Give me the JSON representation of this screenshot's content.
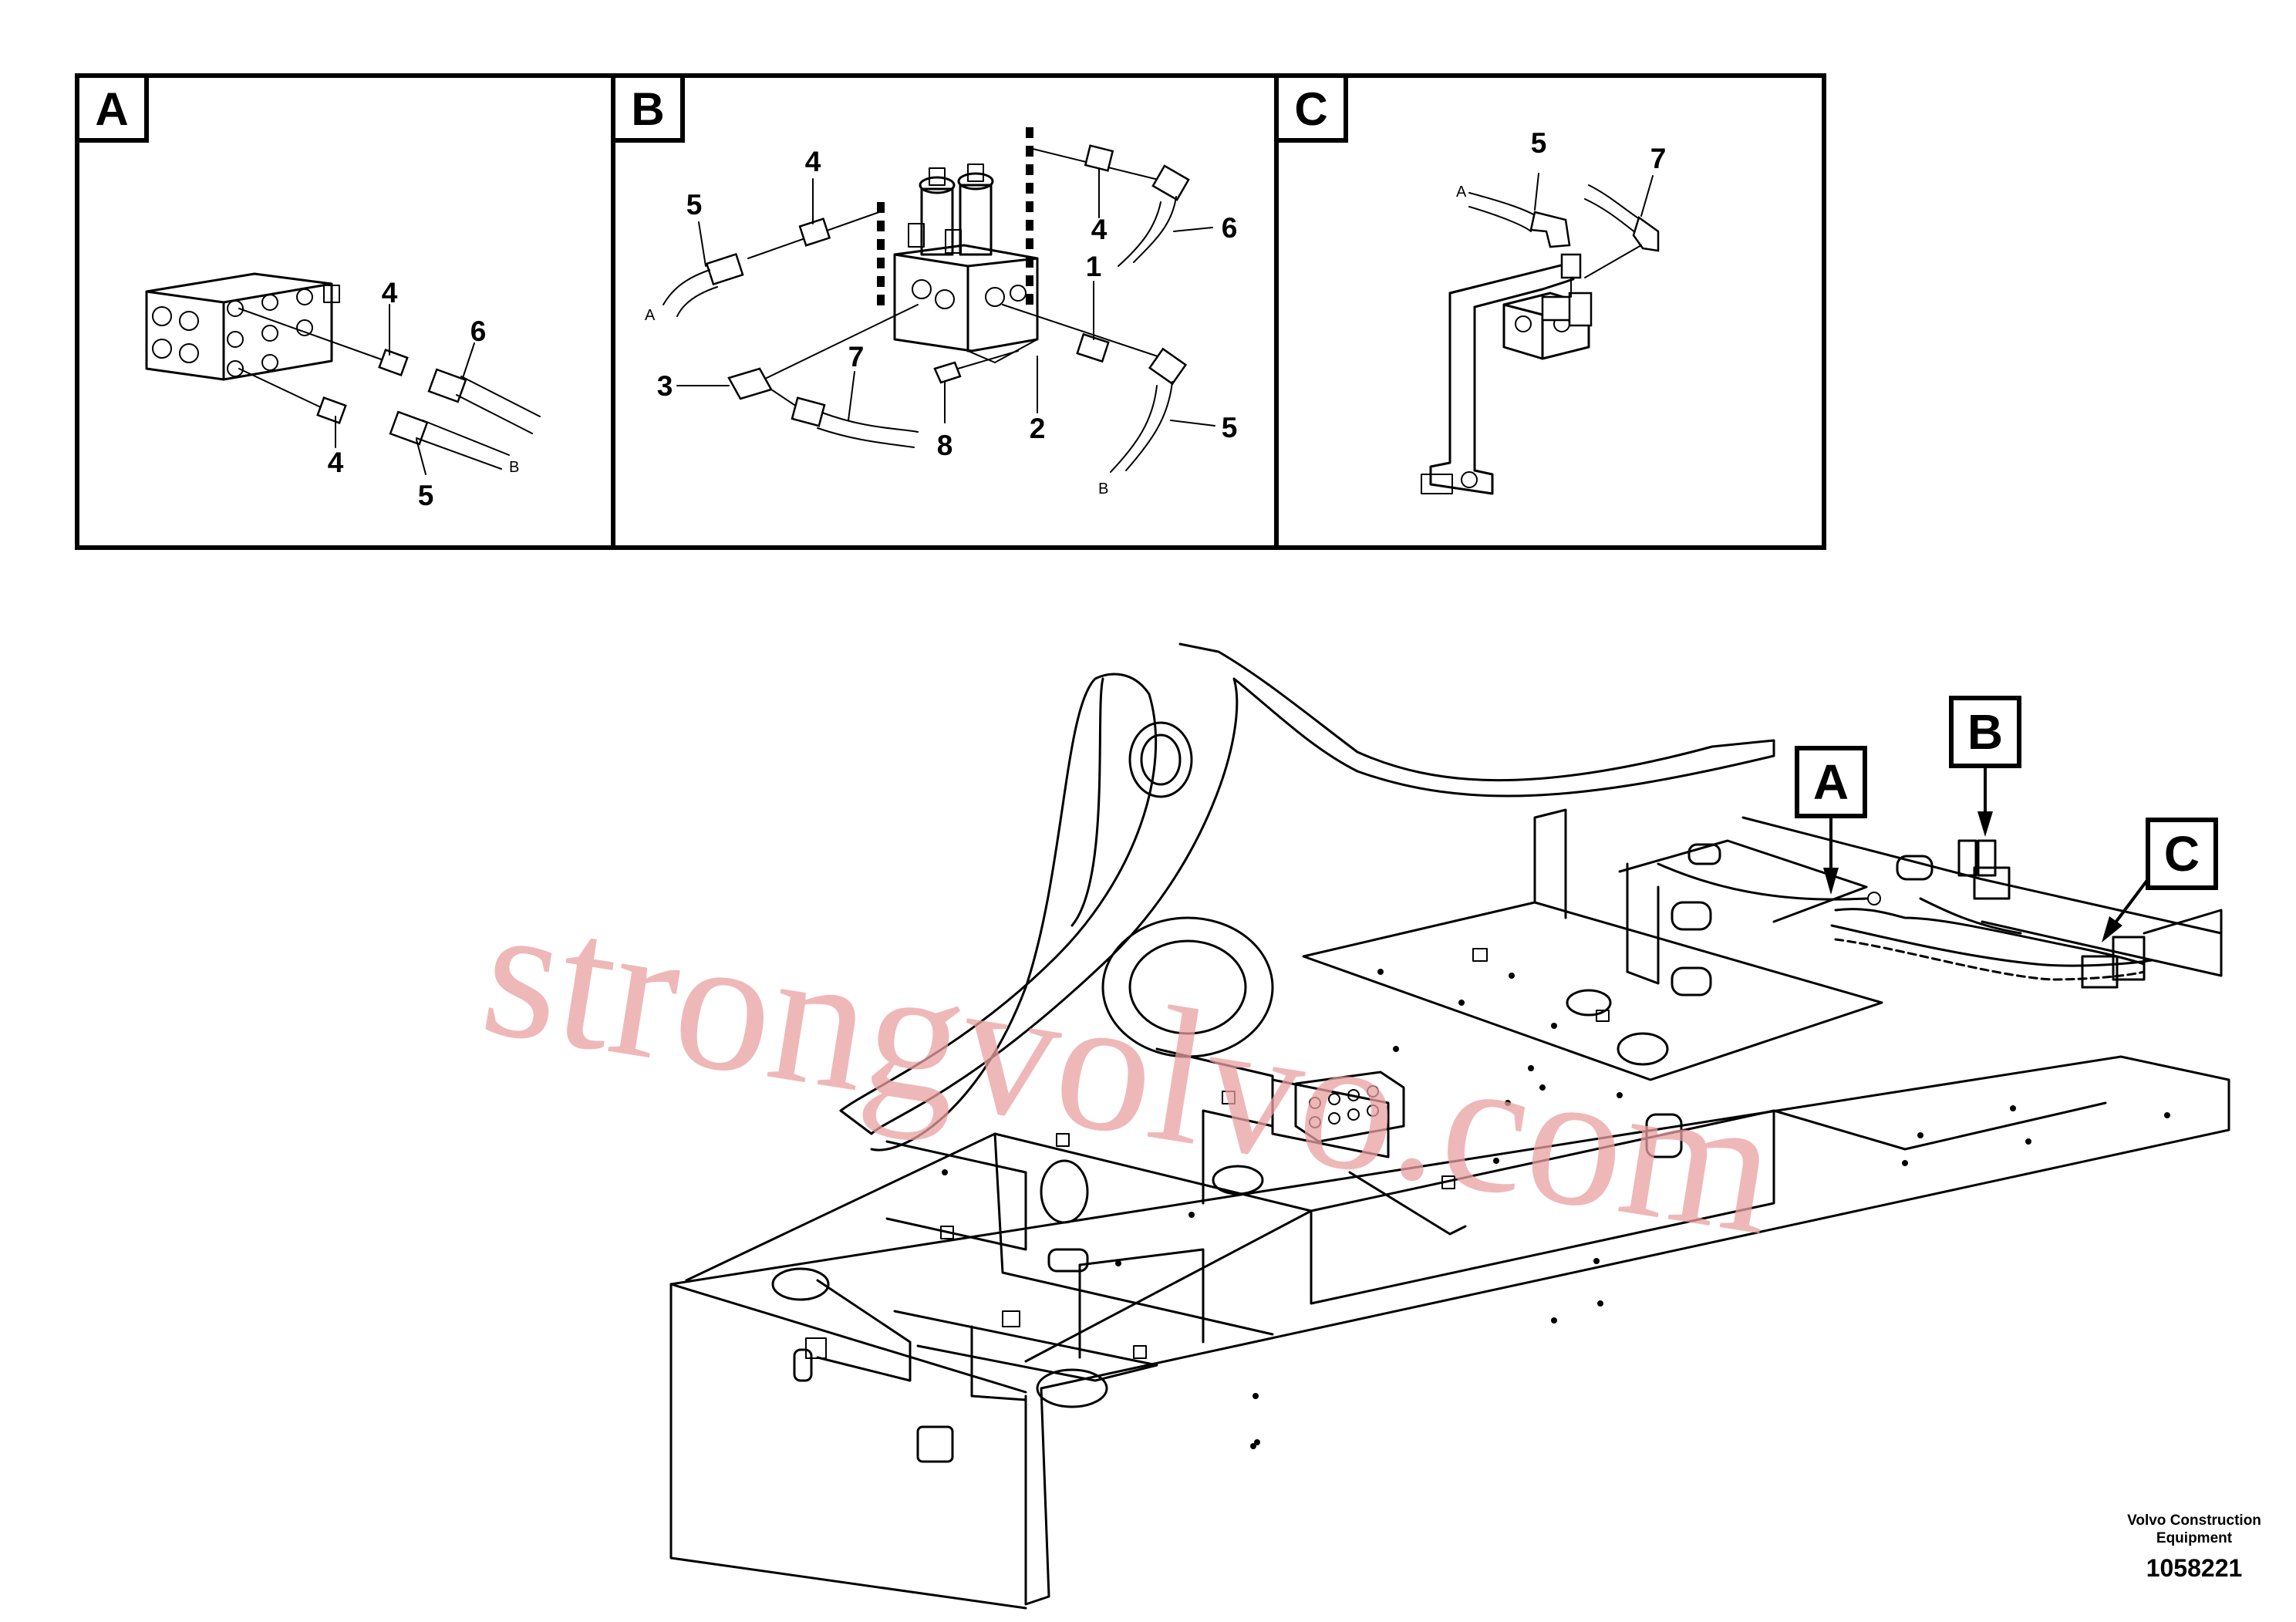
{
  "panels": [
    {
      "id": "A",
      "label": "A",
      "callouts": [
        {
          "text": "4"
        },
        {
          "text": "6"
        },
        {
          "text": "4"
        },
        {
          "text": "5"
        }
      ],
      "hose_tags": [
        {
          "text": "B"
        }
      ]
    },
    {
      "id": "B",
      "label": "B",
      "callouts": [
        {
          "text": "5"
        },
        {
          "text": "4"
        },
        {
          "text": "4"
        },
        {
          "text": "6"
        },
        {
          "text": "1"
        },
        {
          "text": "3"
        },
        {
          "text": "7"
        },
        {
          "text": "8"
        },
        {
          "text": "2"
        },
        {
          "text": "5"
        }
      ],
      "hose_tags": [
        {
          "text": "A"
        },
        {
          "text": "B"
        }
      ]
    },
    {
      "id": "C",
      "label": "C",
      "callouts": [
        {
          "text": "5"
        },
        {
          "text": "7"
        }
      ],
      "hose_tags": [
        {
          "text": "A"
        }
      ]
    }
  ],
  "main_labels": [
    {
      "text": "A"
    },
    {
      "text": "B"
    },
    {
      "text": "C"
    }
  ],
  "watermark": "strongvolvo.com",
  "footer": {
    "company_line1": "Volvo Construction",
    "company_line2": "Equipment",
    "drawing_number": "1058221"
  }
}
